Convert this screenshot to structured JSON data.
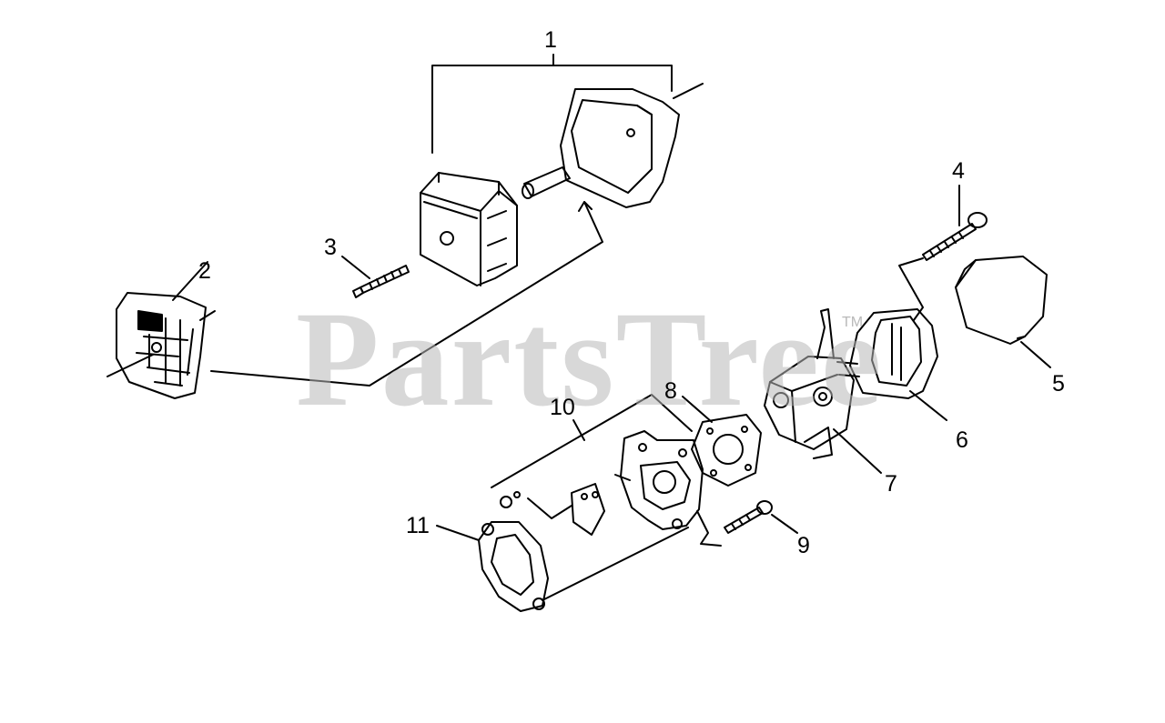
{
  "watermark": {
    "text": "PartsTree",
    "tm": "TM"
  },
  "callouts": [
    "1",
    "2",
    "3",
    "4",
    "5",
    "6",
    "7",
    "8",
    "9",
    "10",
    "11"
  ]
}
